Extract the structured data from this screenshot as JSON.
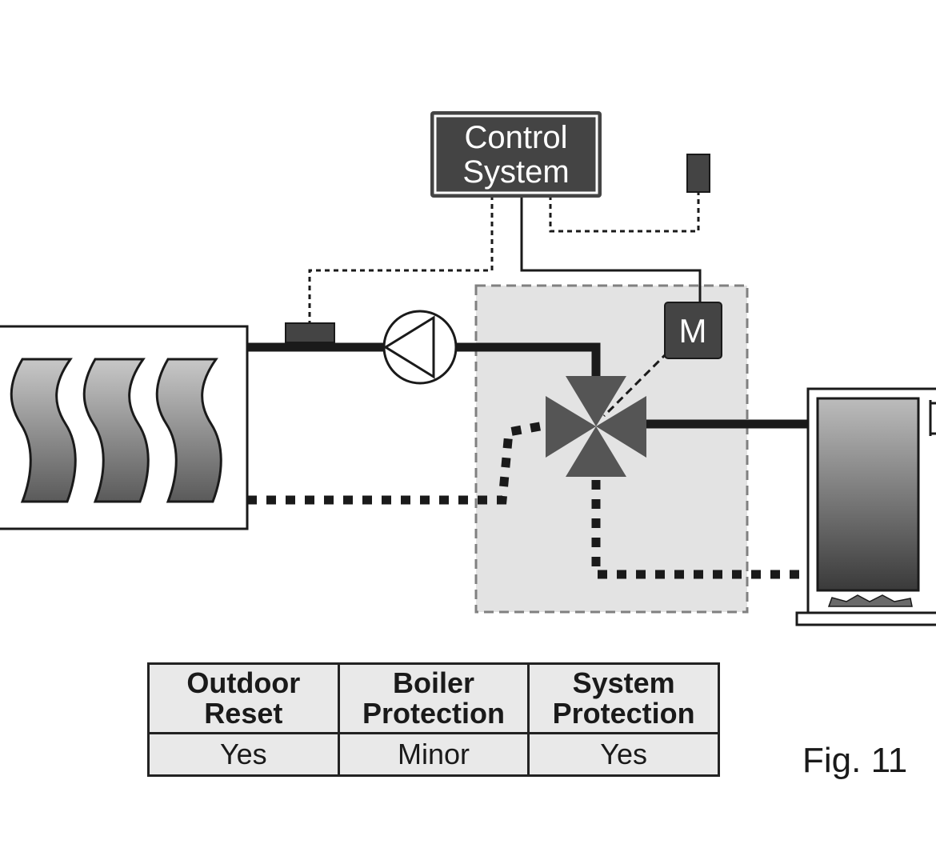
{
  "control_system": {
    "line1": "Control",
    "line2": "System"
  },
  "motor": {
    "label": "M"
  },
  "table": {
    "headers": [
      {
        "line1": "Outdoor",
        "line2": "Reset"
      },
      {
        "line1": "Boiler",
        "line2": "Protection"
      },
      {
        "line1": "System",
        "line2": "Protection"
      }
    ],
    "values": [
      "Yes",
      "Minor",
      "Yes"
    ]
  },
  "figure_label": "Fig. 11",
  "colors": {
    "component_fill": "#444444",
    "pipe": "#1a1a1a",
    "zone_fill": "#e3e3e3",
    "zone_border": "#808080"
  }
}
